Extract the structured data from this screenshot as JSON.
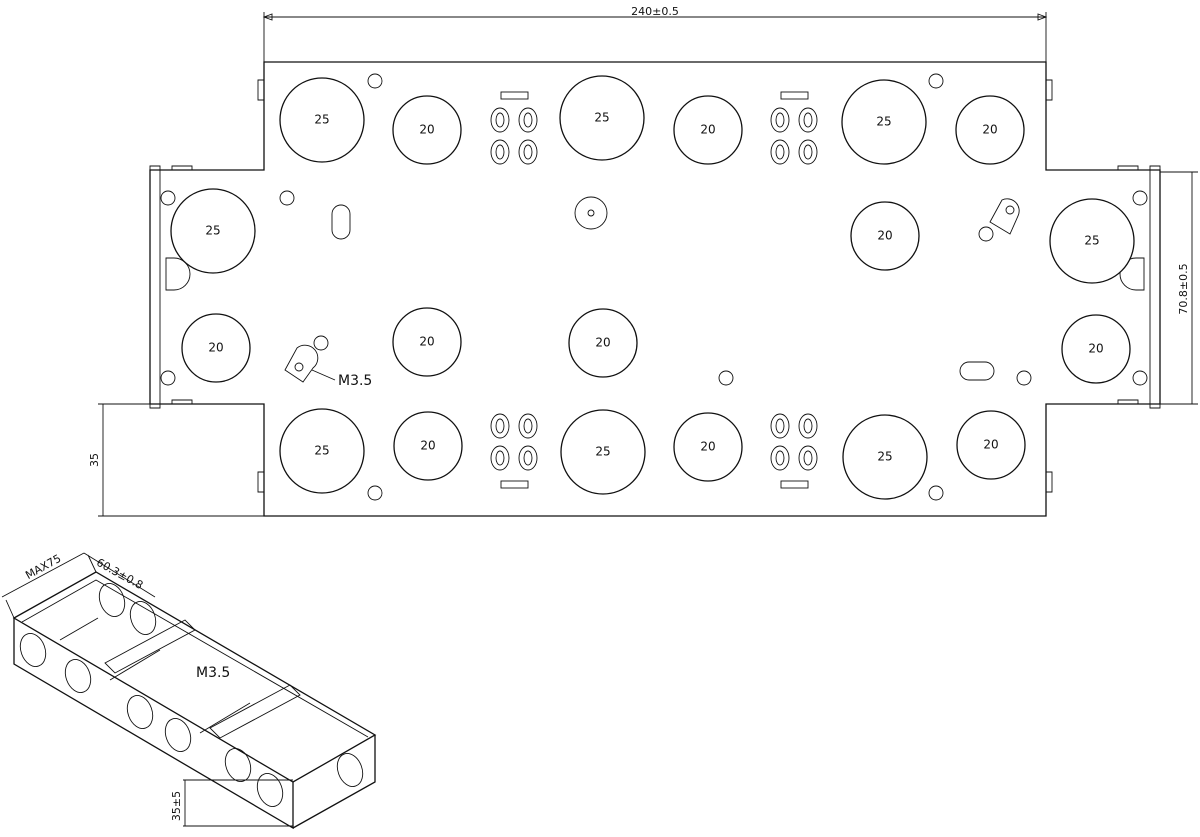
{
  "plan_view": {
    "width_dimension": "240±0.5",
    "height_dimension": "70.8±0.5",
    "depth_dimension": "35",
    "screw_label": "M3.5",
    "knockouts": [
      "25",
      "20",
      "25",
      "20",
      "25",
      "20",
      "25",
      "20",
      "20",
      "20",
      "20",
      "25",
      "20",
      "25",
      "20",
      "25",
      "20",
      "25",
      "20"
    ]
  },
  "iso_view": {
    "max_width_dimension": "MAX75",
    "inner_width_dimension": "60.3±0.8",
    "screw_label": "M3.5",
    "depth_dimension": "35±5"
  }
}
